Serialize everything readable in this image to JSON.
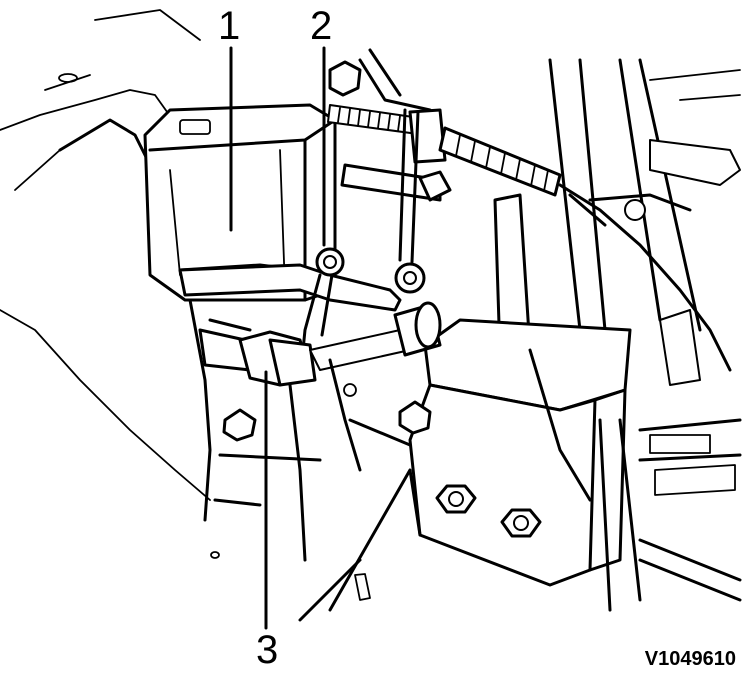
{
  "callouts": [
    {
      "id": "1",
      "label": "1"
    },
    {
      "id": "2",
      "label": "2"
    },
    {
      "id": "3",
      "label": "3"
    }
  ],
  "reference_code": "V1049610",
  "colors": {
    "ink": "#000000",
    "paper": "#ffffff"
  }
}
